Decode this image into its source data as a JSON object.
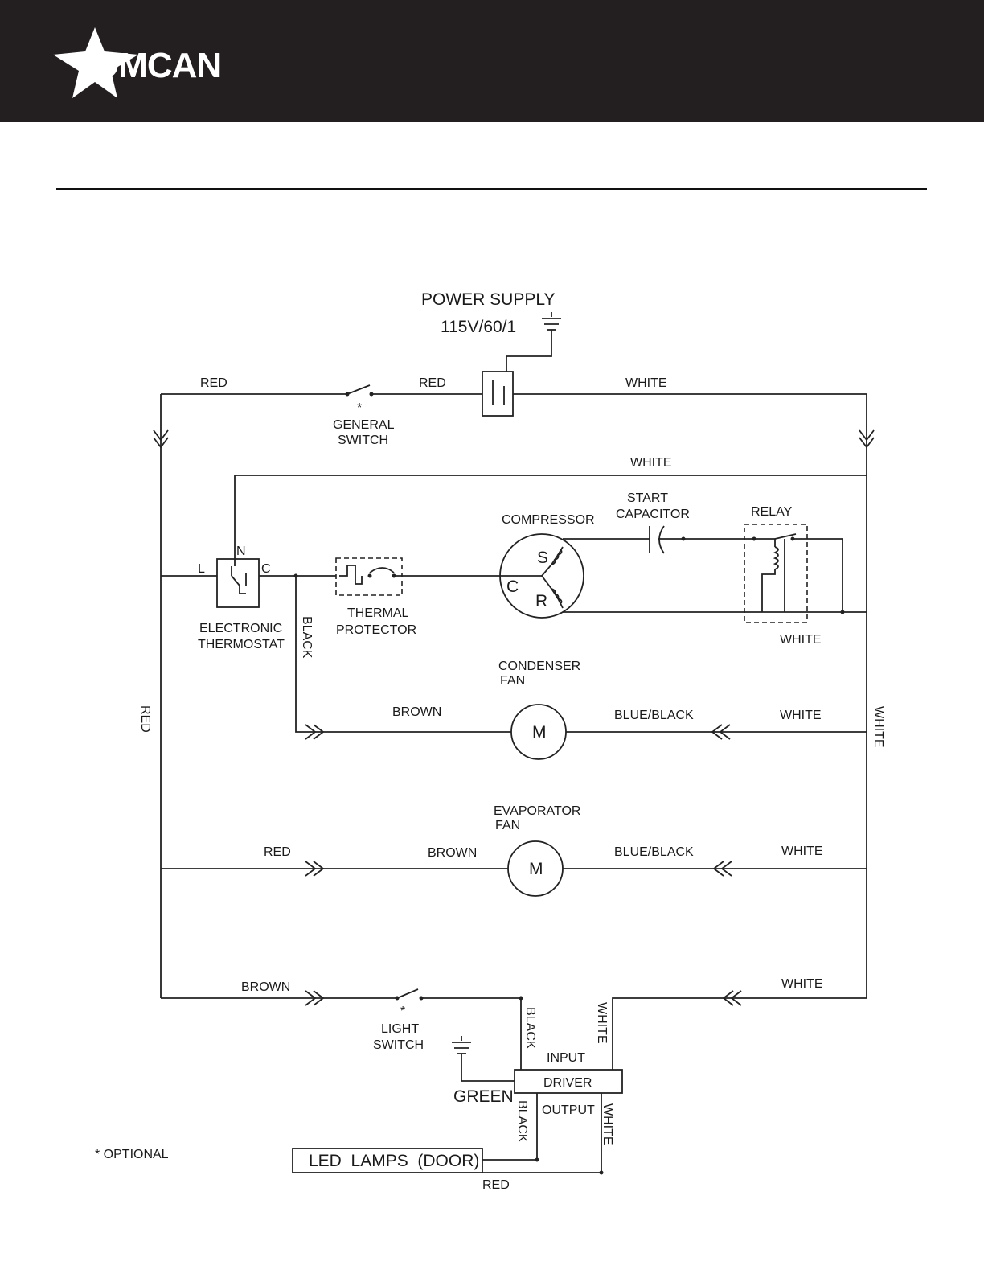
{
  "brand": {
    "name": "OMCAN",
    "header_color": "#231f20",
    "logo_color": "#ffffff"
  },
  "power": {
    "title": "POWER SUPPLY",
    "rating": "115V/60/1"
  },
  "wires": {
    "red_1": "RED",
    "red_2": "RED",
    "white_top": "WHITE",
    "white_2": "WHITE",
    "red_left": "RED",
    "white_right": "WHITE",
    "black_thermo": "BLACK",
    "brown_cond": "BROWN",
    "blueblack_cond": "BLUE/BLACK",
    "white_cond": "WHITE",
    "red_evap": "RED",
    "brown_evap": "BROWN",
    "blueblack_evap": "BLUE/BLACK",
    "white_evap": "WHITE",
    "brown_light": "BROWN",
    "white_light": "WHITE",
    "white_relay": "WHITE",
    "black_input": "BLACK",
    "white_input": "WHITE",
    "green": "GREEN",
    "black_output": "BLACK",
    "white_output": "WHITE",
    "red_led": "RED"
  },
  "components": {
    "general_switch": [
      "GENERAL",
      "SWITCH"
    ],
    "compressor": "COMPRESSOR",
    "start_capacitor": [
      "START",
      "CAPACITOR"
    ],
    "relay": "RELAY",
    "thermostat": [
      "ELECTRONIC",
      "THERMOSTAT"
    ],
    "thermal_protector": [
      "THERMAL",
      "PROTECTOR"
    ],
    "condenser_fan": [
      "CONDENSER",
      "FAN"
    ],
    "evaporator_fan": [
      "EVAPORATOR",
      "FAN"
    ],
    "light_switch": [
      "LIGHT",
      "SWITCH"
    ],
    "driver": "DRIVER",
    "driver_input": "INPUT",
    "driver_output": "OUTPUT",
    "led_lamps": "LED  LAMPS  (DOOR)",
    "motor_symbol": "M",
    "compressor_terminals": {
      "s": "S",
      "c": "C",
      "r": "R"
    },
    "thermostat_terminals": {
      "l": "L",
      "n": "N",
      "c": "C"
    }
  },
  "optional_mark": "*",
  "optional_note": "* OPTIONAL"
}
